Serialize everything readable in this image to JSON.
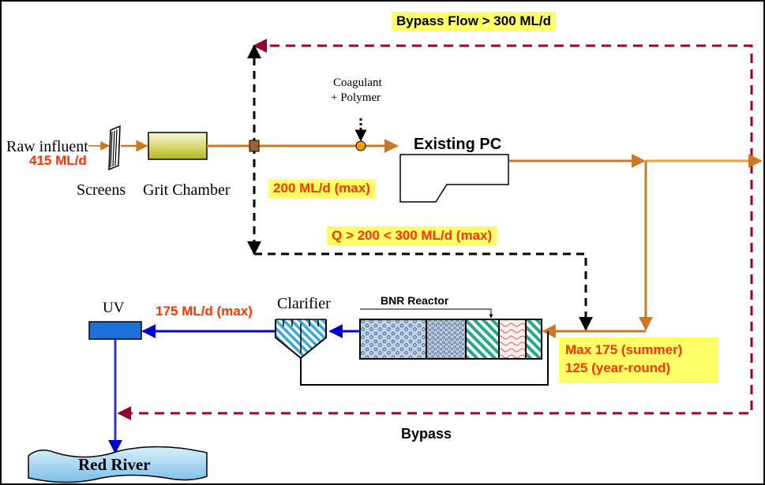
{
  "labels": {
    "bypass_flow": "Bypass Flow > 300 ML/d",
    "coagulant_line1": "Coagulant",
    "coagulant_line2": "+ Polymer",
    "raw_influent": "Raw influent",
    "raw_flow": "415 ML/d",
    "existing_pc": "Existing PC",
    "pc_flow": "200 ML/d (max)",
    "screens": "Screens",
    "grit_chamber": "Grit Chamber",
    "q_range": "Q > 200 < 300 ML/d (max)",
    "uv": "UV",
    "uv_flow": "175 ML/d (max)",
    "clarifier": "Clarifier",
    "bnr_reactor": "BNR Reactor",
    "bnr_max_line1": "Max 175 (summer)",
    "bnr_max_line2": "125 (year-round)",
    "bypass": "Bypass",
    "red_river": "Red River"
  },
  "colors": {
    "bypass_line": "#990033",
    "process_line": "#cc7722",
    "influent_arrow": "#cc9933",
    "effluent_line": "#0000cc",
    "highlight": "#ffff66",
    "flow_text": "#ff3300",
    "uv_fill": "#1e6fd9",
    "river_fill": "#a8d8f0",
    "hatch": "#22aa88"
  }
}
